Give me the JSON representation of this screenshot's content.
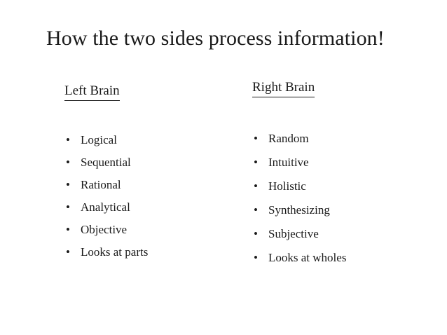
{
  "slide": {
    "title": "How the two sides process information!",
    "background_color": "#ffffff",
    "text_color": "#1a1a1a",
    "bullet_glyph": "•",
    "columns": [
      {
        "heading": "Left Brain",
        "items": [
          "Logical",
          "Sequential",
          "Rational",
          "Analytical",
          "Objective",
          "Looks at parts"
        ]
      },
      {
        "heading": "Right Brain",
        "items": [
          "Random",
          "Intuitive",
          "Holistic",
          "Synthesizing",
          "Subjective",
          "Looks at wholes"
        ]
      }
    ]
  }
}
